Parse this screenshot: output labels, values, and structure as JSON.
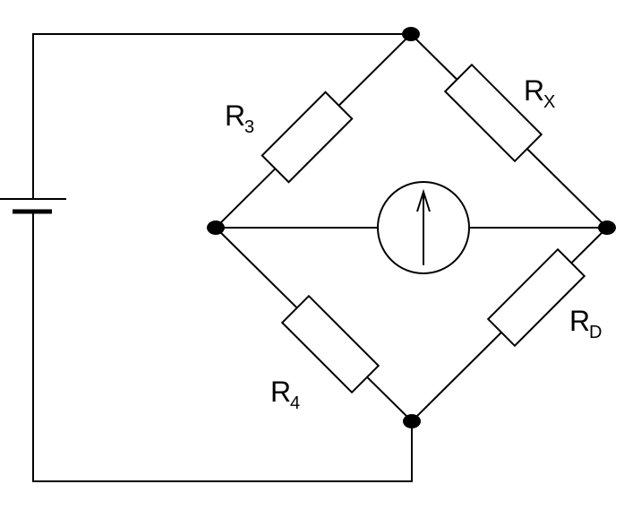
{
  "resistors": {
    "r3": {
      "main": "R",
      "sub": "3"
    },
    "rx": {
      "main": "R",
      "sub": "X"
    },
    "r4": {
      "main": "R",
      "sub": "4"
    },
    "rd": {
      "main": "R",
      "sub": "D"
    }
  },
  "meter": {
    "icon": "galvanometer-icon"
  },
  "battery": {
    "icon": "battery-icon"
  },
  "colors": {
    "line": "#000000",
    "background": "#ffffff"
  }
}
